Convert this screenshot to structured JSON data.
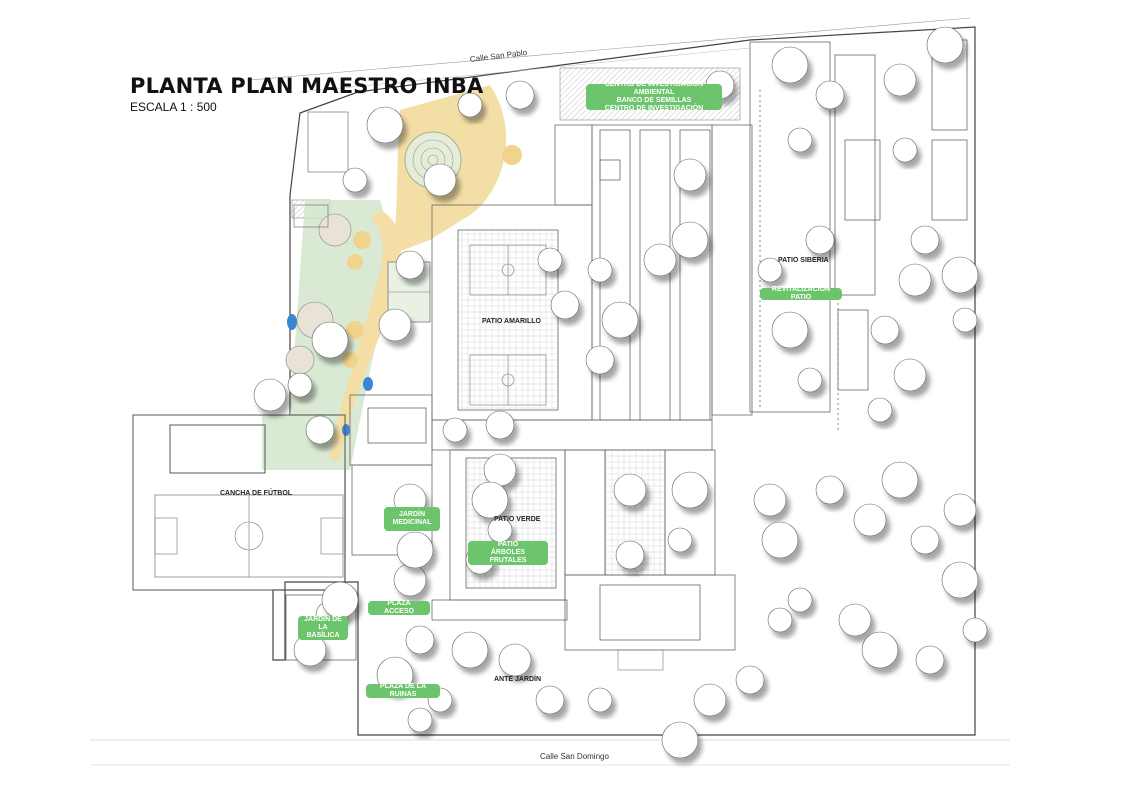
{
  "title": "PLANTA PLAN MAESTRO INBA",
  "scale": "ESCALA 1 : 500",
  "streets": {
    "top": "Calle San Pablo",
    "bottom": "Calle San Domingo"
  },
  "tags": {
    "centro": [
      "CENTRO DE INVESTIGACIÓN AMBIENTAL",
      "BANCO DE SEMILLAS",
      "CENTRO DE INVESTIGACIÓN"
    ],
    "revitalizacion": "REVITALIZACIÓN PATIO",
    "jardin_medicinal": [
      "JARDÍN",
      "MEDICINAL"
    ],
    "patio_arboles": [
      "PATIO",
      "ÁRBOLES FRUTALES"
    ],
    "plaza_acceso": "PLAZA ACCESO",
    "jardin_basilica": [
      "JARDÍN DE LA",
      "BASÍLICA"
    ],
    "plaza_ruinas": "PLAZA DE LA RUINAS"
  },
  "places": {
    "patio_amarillo": "PATIO AMARILLO",
    "patio_siberia": "PATIO SIBERIA",
    "cancha_futbol": "CANCHA DE FÚTBOL",
    "patio_verde": "PATIO VERDE",
    "ante_jardin": "ANTE JARDÍN"
  },
  "colors": {
    "tag_green": "#6cc46c",
    "path_sand": "#f3dfa6",
    "garden_green": "#cfe3c8",
    "water_blue": "#3a86d4",
    "line": "#555555"
  }
}
